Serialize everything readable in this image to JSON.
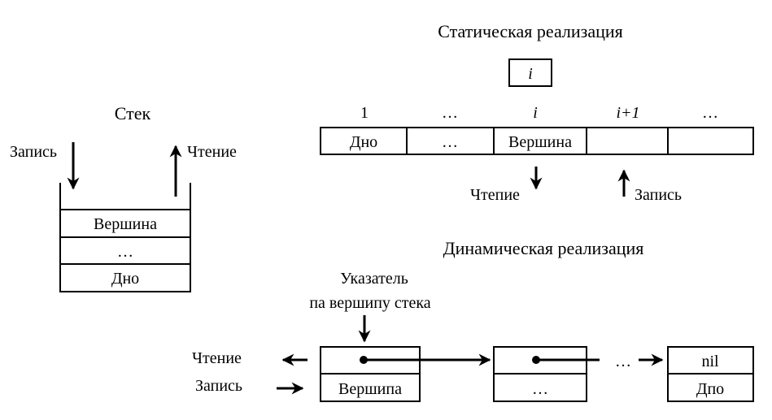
{
  "stack": {
    "title": "Стек",
    "write_label": "Запись",
    "read_label": "Чтение",
    "cells": [
      "Вершина",
      "…",
      "Дно"
    ]
  },
  "static_impl": {
    "title": "Статическая реализация",
    "pointer": "i",
    "indices": [
      "1",
      "…",
      "i",
      "i+1",
      "…"
    ],
    "cells": [
      "Дно",
      "…",
      "Вершина",
      "",
      ""
    ],
    "read_label": "Чтепие",
    "write_label": "Запись"
  },
  "dynamic_impl": {
    "title": "Динамическая реализация",
    "pointer_label_line1": "Указатель",
    "pointer_label_line2": "па вершипу стека",
    "read_label": "Чтение",
    "write_label": "Запись",
    "node1_value": "Вершипа",
    "node2_value": "…",
    "ellipsis": "…",
    "last_ptr": "nil",
    "last_value": "Дпо"
  }
}
